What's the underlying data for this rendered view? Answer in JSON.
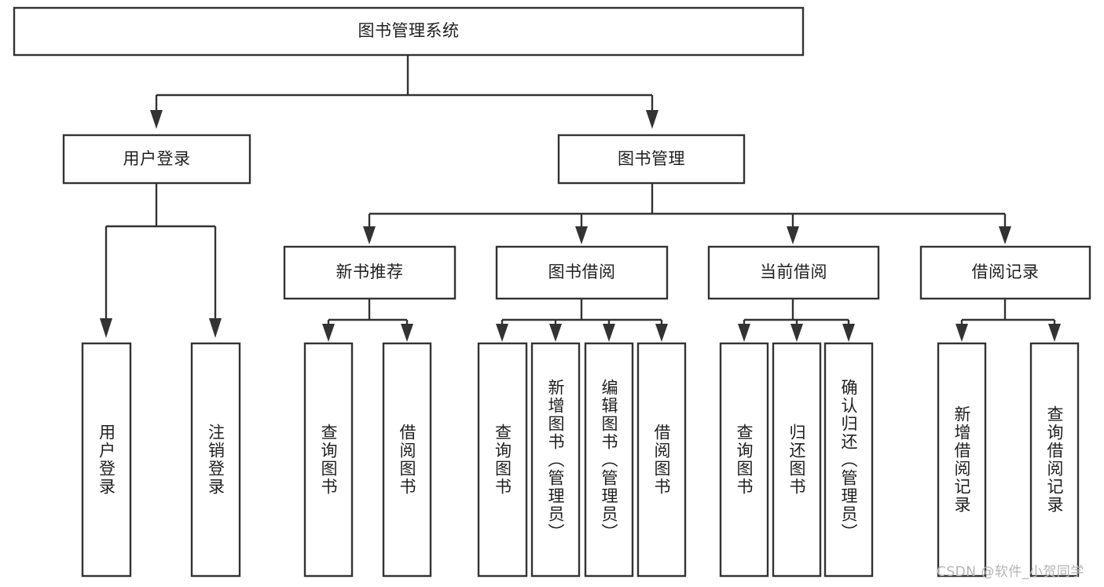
{
  "diagram": {
    "title": "图书管理系统",
    "type": "tree-hierarchy",
    "colors": {
      "stroke": "#333333",
      "box_fill": "#ffffff",
      "text": "#1f1f1f",
      "background": "#ffffff",
      "watermark": "#b4b4b4"
    },
    "root": {
      "label": "图书管理系统"
    },
    "level2": [
      {
        "label": "用户登录"
      },
      {
        "label": "图书管理"
      }
    ],
    "level3": [
      {
        "label": "新书推荐"
      },
      {
        "label": "图书借阅"
      },
      {
        "label": "当前借阅"
      },
      {
        "label": "借阅记录"
      }
    ],
    "leaves": {
      "user_login": [
        {
          "label": "用户登录"
        },
        {
          "label": "注销登录"
        }
      ],
      "new_book_recommend": [
        {
          "label": "查询图书"
        },
        {
          "label": "借阅图书"
        }
      ],
      "book_borrow": [
        {
          "label": "查询图书"
        },
        {
          "label": "新增图书（管理员）"
        },
        {
          "label": "编辑图书（管理员）"
        },
        {
          "label": "借阅图书"
        }
      ],
      "current_borrow": [
        {
          "label": "查询图书"
        },
        {
          "label": "归还图书"
        },
        {
          "label": "确认归还（管理员）"
        }
      ],
      "borrow_record": [
        {
          "label": "新增借阅记录"
        },
        {
          "label": "查询借阅记录"
        }
      ]
    },
    "watermark": "CSDN @软件_小贺同学"
  }
}
